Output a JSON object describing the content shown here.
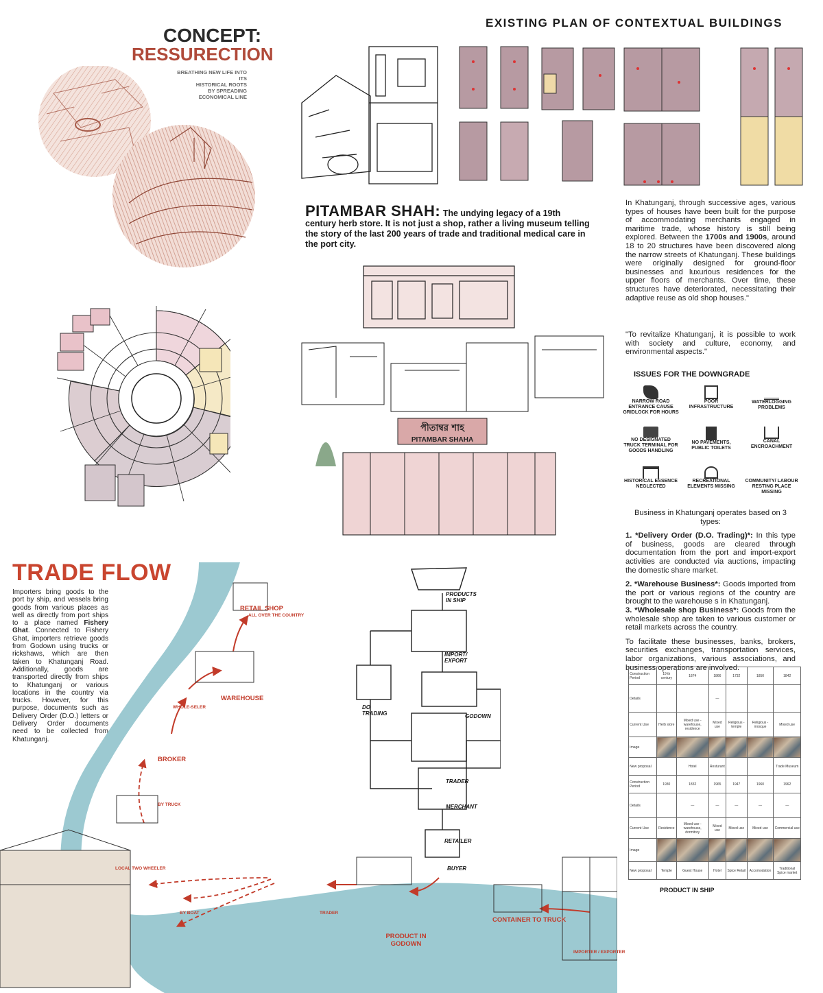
{
  "concept": {
    "title1": "CONCEPT:",
    "title2": "RESSURECTION",
    "subtitle": [
      "BREATHING NEW LIFE INTO ITS",
      "HISTORICAL ROOTS",
      "BY SPREADING ECONOMICAL LINE"
    ]
  },
  "existing_plan": {
    "title": "EXISTING PLAN OF CONTEXTUAL BUILDINGS"
  },
  "pitambar": {
    "name": "PITAMBAR SHAH:",
    "desc": "The undying legacy of a 19th century herb store. It is not just a shop, rather a living museum telling the story of the last 200 years of trade and traditional medical care in the port city.",
    "sign_bn": "পীতাম্বর শাহ",
    "sign_en": "PITAMBAR SHAHA"
  },
  "history": {
    "p1_a": "In Khatunganj, through successive ages, various types of houses have been built for the purpose of accommodating merchants engaged in maritime trade, whose history is still being explored. Between the ",
    "p1_bold": "1700s and 1900s",
    "p1_b": ", around 18 to 20 structures have been discovered along the narrow streets of Khatunganj. These buildings were originally designed for ground-floor businesses and luxurious residences for the upper floors of merchants. Over time, these structures have deteriorated, necessitating their adaptive reuse as old shop houses.\"",
    "p2": "\"To revitalize Khatunganj, it is possible to work with society and culture, economy, and environmental aspects.\""
  },
  "issues": {
    "title": "ISSUES FOR THE DOWNGRADE",
    "items": [
      "NARROW ROAD ENTRANCE CAUSE GRIDLOCK FOR HOURS",
      "POOR INFRASTRUCTURE",
      "WATERLOGGING PROBLEMS",
      "NO DESIGNATED TRUCK TERMINAL FOR GOODS HANDLING",
      "NO PAVEMENTS, PUBLIC TOILETS",
      "CANAL ENCROACHMENT",
      "HISTORICAL ESSENCE NEGLECTED",
      "RECREATIONAL ELEMENTS MISSING",
      "COMMUNITY/ LABOUR RESTING PLACE MISSING"
    ]
  },
  "business": {
    "intro": "Business in Khatunganj operates based on 3 types:",
    "item1_title": "1. *Delivery Order (D.O. Trading)*:",
    "item1": " In this type of business, goods are cleared through documentation from the port and import-export activities are conducted via auctions, impacting the domestic share market.",
    "item2_title": "2. *Warehouse Business*:",
    "item2": " Goods imported from the port or various regions of the country are brought to the warehouse s in Khatunganj.",
    "item3_title": "3. *Wholesale shop Business*:",
    "item3": " Goods from the wholesale shop are taken to various customer or retail markets across the country.",
    "closing": "To facilitate these businesses, banks, brokers, securities exchanges, transportation services, labor organizations, various associations, and business operations are involved."
  },
  "table": {
    "top": {
      "construction": [
        "19 th century",
        "1874",
        "1866",
        "1732",
        "1850",
        "1842"
      ],
      "current_use": [
        "Herb store",
        "Mixed use - warehouse, residence",
        "Mixed use",
        "Religious - temple",
        "Religious - mosque",
        "Mixed use"
      ],
      "new_proposal": [
        "",
        "Hotel",
        "Resturant",
        "",
        "",
        "Trade Museum"
      ]
    },
    "bottom": {
      "construction": [
        "1930",
        "1832",
        "1965",
        "1947",
        "1960",
        "1962"
      ],
      "current_use": [
        "Residence",
        "Mixed use - warehouse, dormitory",
        "Mixed use",
        "Mixed use",
        "Mixed use",
        "Commercial use"
      ],
      "new_proposal": [
        "Temple",
        "Guest House",
        "Hotel",
        "Spice Retail",
        "Accomodation",
        "Traditional Spice market"
      ]
    },
    "row_labels": [
      "Construction Period",
      "Details",
      "Current Use",
      "Image",
      "New proposal"
    ]
  },
  "trade": {
    "title": "TRADE FLOW",
    "p_a": "Importers bring goods to the port by ship, and vessels bring goods from various places as well as directly from port ships to a place named ",
    "p_bold": "Fishery Ghat",
    "p_b": ". Connected to Fishery Ghat, importers retrieve goods from Godown using trucks or rickshaws, which are then taken to Khatunganj Road. Additionally, goods are transported directly from ships to Khatunganj or various locations in the country via trucks. However, for this purpose, documents such as Delivery Order (D.O.) letters or Delivery Order documents need to be collected from Khatunganj.",
    "labels": {
      "retail": "RETAIL SHOP",
      "retail_sub": "ALL OVER THE COUNTRY",
      "warehouse": "WAREHOUSE",
      "wholeseler": "WHOLE-SELER",
      "broker": "BROKER",
      "by_truck": "BY TRUCK",
      "two_wheeler": "LOCAL TWO WHEELER",
      "by_boat": "BY BOAT",
      "trader": "TRADER",
      "godown": "PRODUCT IN GODOWN",
      "container": "CONTAINER TO TRUCK",
      "product_ship": "PRODUCT IN SHIP",
      "importer": "IMPORTER / EXPORTER"
    }
  },
  "flow_sketch": {
    "labels": [
      "PRODUCTS IN SHIP",
      "IMPORT/ EXPORT",
      "DO TRADING",
      "GODOWN",
      "TRADER",
      "MERCHANT",
      "RETAILER",
      "BUYER"
    ]
  },
  "colors": {
    "accent": "#c9452f",
    "mauve": "#a37b84",
    "water": "#8bbfc9",
    "pink": "#e9c4c8",
    "cream": "#f3e4b3"
  }
}
